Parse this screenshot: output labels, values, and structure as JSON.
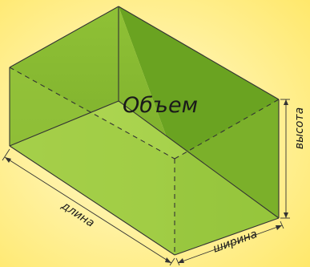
{
  "colors": {
    "background_center": "#fffad2",
    "background_edge": "#ffe86a",
    "face_dark": "#6fa624",
    "face_light": "#a9d24c",
    "face_front_top": "#9cc83e",
    "edge": "#333333"
  },
  "labels": {
    "volume": "Объем",
    "length": "длина",
    "width": "ширина",
    "height": "высота"
  }
}
